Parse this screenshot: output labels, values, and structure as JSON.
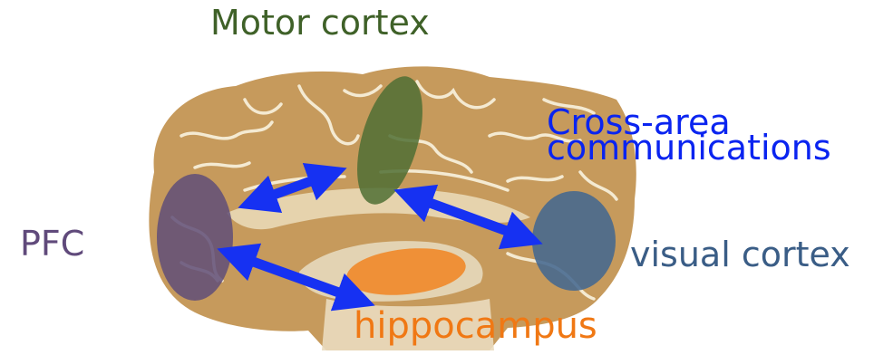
{
  "labels": {
    "motor": "Motor cortex",
    "pfc": "PFC",
    "cross_line1": "Cross-area",
    "cross_line2": "communications",
    "visual": "visual cortex",
    "hippocampus": "hippocampus"
  },
  "colors": {
    "motor": "#3f6128",
    "pfc": "#604a7b",
    "cross": "#0a24f0",
    "visual": "#3a5d86",
    "hippocampus": "#f07814",
    "arrow": "#1631f2",
    "brain_fill": "#c69a5c",
    "brain_light": "#e8ddc2",
    "sulci": "#f4ead2"
  },
  "regions": [
    {
      "name": "motor-cortex-region",
      "color": "#4f6e34"
    },
    {
      "name": "pfc-region",
      "color": "#5f4d78"
    },
    {
      "name": "visual-cortex-region",
      "color": "#44688f"
    },
    {
      "name": "hippocampus-region",
      "color": "#f08a2c"
    }
  ]
}
